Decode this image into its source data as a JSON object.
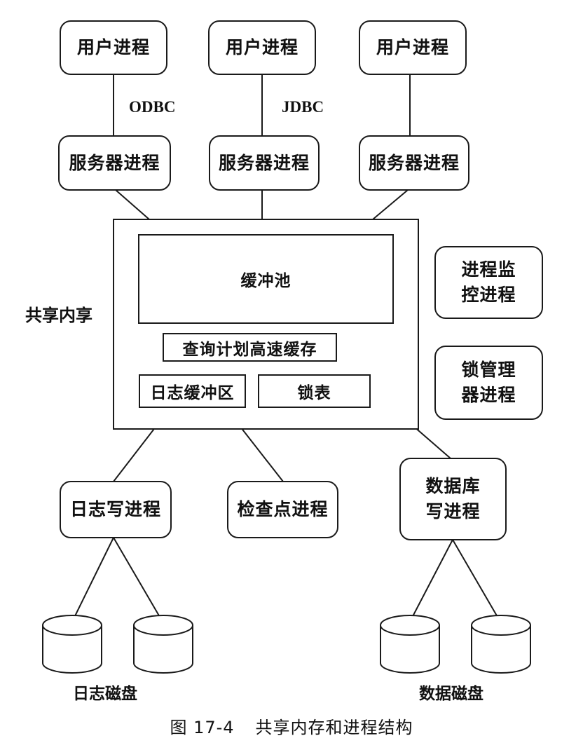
{
  "user_processes": [
    "用户进程",
    "用户进程",
    "用户进程"
  ],
  "server_processes": [
    "服务器进程",
    "服务器进程",
    "服务器进程"
  ],
  "connections": {
    "left": "ODBC",
    "middle": "JDBC"
  },
  "shared_memory": {
    "label": "共享内享",
    "buffer_pool": "缓冲池",
    "query_plan_cache": "查询计划高速缓存",
    "log_buffer": "日志缓冲区",
    "lock_table": "锁表"
  },
  "side_processes": {
    "process_monitor": [
      "进程监",
      "控进程"
    ],
    "lock_manager": [
      "锁管理",
      "器进程"
    ]
  },
  "writer_processes": {
    "log_writer": "日志写进程",
    "checkpoint": "检查点进程",
    "db_writer": [
      "数据库",
      "写进程"
    ]
  },
  "disks": {
    "log_disks": "日志磁盘",
    "data_disks": "数据磁盘"
  },
  "caption": {
    "figure_number": "图 17-4",
    "title": "共享内存和进程结构"
  }
}
